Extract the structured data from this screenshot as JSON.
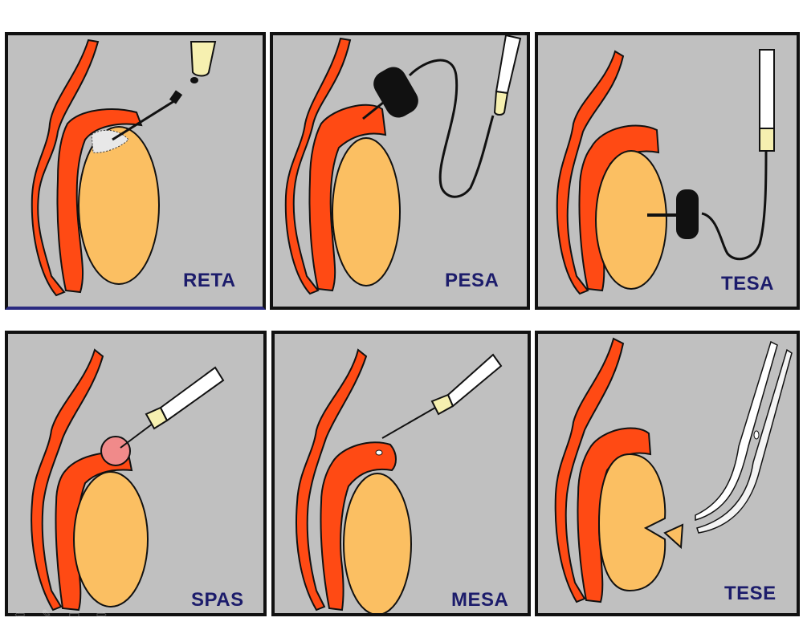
{
  "figure": {
    "title": "Sperm retrieval techniques",
    "panels": [
      {
        "id": "reta",
        "label": "RETA",
        "instrument": "needle-and-syringe"
      },
      {
        "id": "pesa",
        "label": "PESA",
        "instrument": "needle-tubing-syringe"
      },
      {
        "id": "tesa",
        "label": "TESA",
        "instrument": "needle-tubing-syringe"
      },
      {
        "id": "spas",
        "label": "SPAS",
        "instrument": "syringe"
      },
      {
        "id": "mesa",
        "label": "MESA",
        "instrument": "syringe"
      },
      {
        "id": "tese",
        "label": "TESE",
        "instrument": "scissors"
      }
    ]
  },
  "viewer_nav": {
    "icons": [
      "arrow-left-icon",
      "pen-icon",
      "slides-icon",
      "arrow-right-icon"
    ],
    "glyphs": [
      "⇦",
      "✎",
      "▭",
      "⇨"
    ]
  },
  "colors": {
    "panel_bg": "#c0c0c0",
    "testis": "#fbbf62",
    "epididymis": "#ff4a14",
    "label": "#1c1c6b",
    "syringe_fill": "#f6f0b0"
  }
}
